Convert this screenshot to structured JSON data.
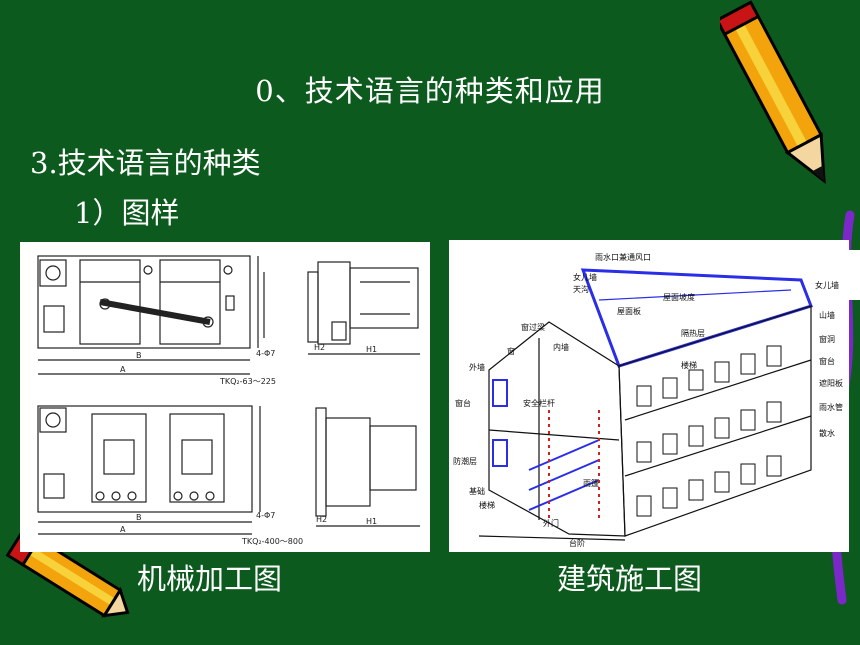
{
  "slide": {
    "title": "0、技术语言的种类和应用",
    "section": "3.技术语言的种类",
    "subsection": "1）图样",
    "figures": [
      {
        "caption": "机械加工图",
        "drawing_labels": [
          "B",
          "A",
          "4-Φ7",
          "H2",
          "H1",
          "TKQ₂-63～225",
          "B",
          "A",
          "4-Φ7",
          "H2",
          "H1",
          "TKQ₂-400～800"
        ]
      },
      {
        "caption": "建筑施工图",
        "drawing_labels": [
          "雨水口兼通风口",
          "女儿墙",
          "天沟",
          "屋面板",
          "屋面坡度",
          "女儿墙",
          "山墙",
          "窗过梁",
          "隔热层",
          "窗洞",
          "窗",
          "内墙",
          "窗台",
          "外墙",
          "楼梯",
          "遮阳板",
          "雨水管",
          "窗台",
          "安全栏杆",
          "散水",
          "防潮层",
          "基础",
          "楼梯",
          "外门",
          "台阶",
          "雨篷"
        ]
      }
    ],
    "decoration": [
      "pencil-icon",
      "pencil-icon",
      "pencil-icon"
    ]
  }
}
